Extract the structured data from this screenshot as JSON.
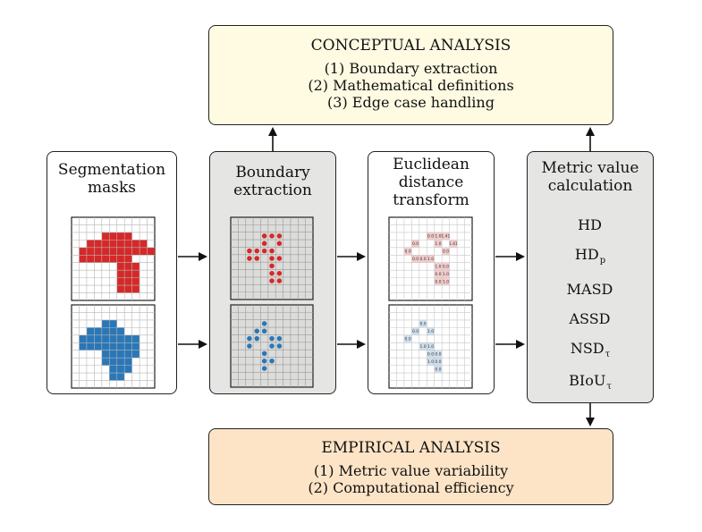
{
  "conceptual": {
    "title": "CONCEPTUAL ANALYSIS",
    "items": [
      "(1) Boundary extraction",
      "(2) Mathematical definitions",
      "(3) Edge case handling"
    ]
  },
  "empirical": {
    "title": "EMPIRICAL ANALYSIS",
    "items": [
      "(1) Metric value variability",
      "(2) Computational efficiency"
    ]
  },
  "columns": {
    "segmentation": {
      "line1": "Segmentation",
      "line2": "masks"
    },
    "boundary": {
      "line1": "Boundary",
      "line2": "extraction"
    },
    "edt": {
      "line1": "Euclidean",
      "line2": "distance",
      "line3": "transform"
    },
    "metric": {
      "line1": "Metric value",
      "line2": "calculation"
    }
  },
  "metrics": [
    {
      "base": "HD",
      "sub": ""
    },
    {
      "base": "HD",
      "sub": "p"
    },
    {
      "base": "MASD",
      "sub": ""
    },
    {
      "base": "ASSD",
      "sub": ""
    },
    {
      "base": "NSD",
      "sub": "τ"
    },
    {
      "base": "BIoU",
      "sub": "τ"
    }
  ],
  "colors": {
    "conceptual_fill": "#fefbe2",
    "empirical_fill": "#fde4c6",
    "gray_fill": "#e5e5e3",
    "red": "#d62828",
    "blue": "#2a77b8",
    "red_light": "#f5cccc",
    "blue_light": "#cfe0ef"
  },
  "grids": {
    "red_mask": [
      "00000000000",
      "00000000000",
      "00001111000",
      "00111111110",
      "01111111111",
      "01111111000",
      "00000011100",
      "00000011100",
      "00000011100",
      "00000011100",
      "00000000000"
    ],
    "blue_mask": [
      "00000000000",
      "00000000000",
      "00001100000",
      "00111110000",
      "01111111100",
      "01111111100",
      "00001111100",
      "00001111000",
      "00000111000",
      "00000110000",
      "00000000000"
    ],
    "red_points": [
      [
        1,
        3
      ],
      [
        1,
        4
      ],
      [
        1,
        5
      ],
      [
        2,
        3
      ],
      [
        2,
        5
      ],
      [
        3,
        1
      ],
      [
        3,
        2
      ],
      [
        3,
        3
      ],
      [
        3,
        4
      ],
      [
        4,
        1
      ],
      [
        4,
        2
      ],
      [
        4,
        4
      ],
      [
        4,
        5
      ],
      [
        5,
        4
      ],
      [
        6,
        4
      ],
      [
        6,
        5
      ],
      [
        7,
        4
      ],
      [
        7,
        5
      ]
    ],
    "blue_points": [
      [
        1,
        3
      ],
      [
        2,
        2
      ],
      [
        2,
        3
      ],
      [
        3,
        1
      ],
      [
        3,
        2
      ],
      [
        3,
        4
      ],
      [
        3,
        5
      ],
      [
        4,
        1
      ],
      [
        4,
        4
      ],
      [
        4,
        5
      ],
      [
        5,
        3
      ],
      [
        6,
        3
      ],
      [
        6,
        4
      ],
      [
        7,
        3
      ]
    ],
    "red_dist": [
      {
        "r": 1,
        "c": 4,
        "v": "0.0"
      },
      {
        "r": 1,
        "c": 5,
        "v": "1.0"
      },
      {
        "r": 1,
        "c": 6,
        "v": "1.41"
      },
      {
        "r": 2,
        "c": 2,
        "v": "0.0"
      },
      {
        "r": 2,
        "c": 5,
        "v": "1.0"
      },
      {
        "r": 2,
        "c": 7,
        "v": "1.41"
      },
      {
        "r": 3,
        "c": 1,
        "v": "0.0"
      },
      {
        "r": 3,
        "c": 6,
        "v": "0.0"
      },
      {
        "r": 4,
        "c": 2,
        "v": "0.0"
      },
      {
        "r": 4,
        "c": 3,
        "v": "0.0"
      },
      {
        "r": 4,
        "c": 4,
        "v": "1.0"
      },
      {
        "r": 5,
        "c": 5,
        "v": "1.0"
      },
      {
        "r": 5,
        "c": 6,
        "v": "0.0"
      },
      {
        "r": 6,
        "c": 5,
        "v": "0.0"
      },
      {
        "r": 6,
        "c": 6,
        "v": "1.0"
      },
      {
        "r": 7,
        "c": 5,
        "v": "0.0"
      },
      {
        "r": 7,
        "c": 6,
        "v": "1.0"
      }
    ],
    "blue_dist": [
      {
        "r": 1,
        "c": 3,
        "v": "0.0"
      },
      {
        "r": 2,
        "c": 2,
        "v": "0.0"
      },
      {
        "r": 2,
        "c": 4,
        "v": "1.0"
      },
      {
        "r": 3,
        "c": 1,
        "v": "0.0"
      },
      {
        "r": 4,
        "c": 3,
        "v": "1.0"
      },
      {
        "r": 4,
        "c": 4,
        "v": "1.0"
      },
      {
        "r": 5,
        "c": 4,
        "v": "0.0"
      },
      {
        "r": 5,
        "c": 5,
        "v": "0.0"
      },
      {
        "r": 6,
        "c": 4,
        "v": "1.0"
      },
      {
        "r": 6,
        "c": 5,
        "v": "0.0"
      },
      {
        "r": 7,
        "c": 5,
        "v": "0.0"
      }
    ]
  }
}
